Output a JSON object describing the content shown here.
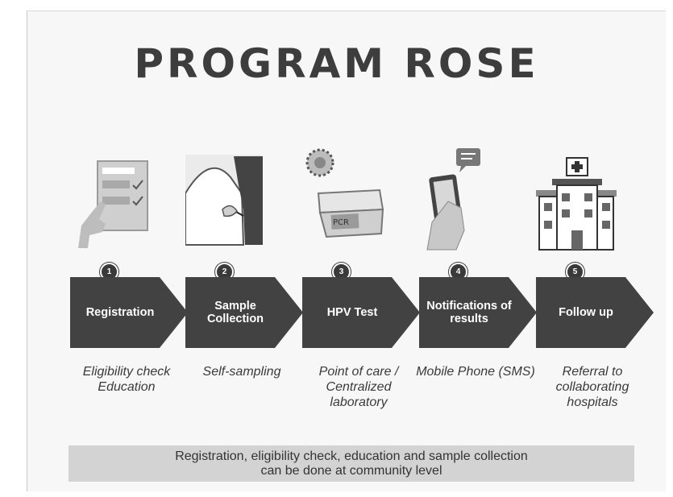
{
  "title": "PROGRAM ROSE",
  "steps": [
    {
      "number": "1",
      "label": "Registration",
      "description": "Eligibility check Education"
    },
    {
      "number": "2",
      "label": "Sample Collection",
      "description": "Self-sampling"
    },
    {
      "number": "3",
      "label": "HPV Test",
      "description": "Point of care / Centralized laboratory"
    },
    {
      "number": "4",
      "label": "Notifications of results",
      "description": "Mobile Phone (SMS)"
    },
    {
      "number": "5",
      "label": "Follow up",
      "description": "Referral to collaborating hospitals"
    }
  ],
  "illustrations": {
    "pcr_label": "PCR"
  },
  "footer": {
    "line1": "Registration, eligibility check, education and sample collection",
    "line2": "can be done at community level"
  },
  "colors": {
    "chevron": "#424242",
    "title": "#3d3d3d",
    "footer_bg": "#d3d3d3"
  }
}
